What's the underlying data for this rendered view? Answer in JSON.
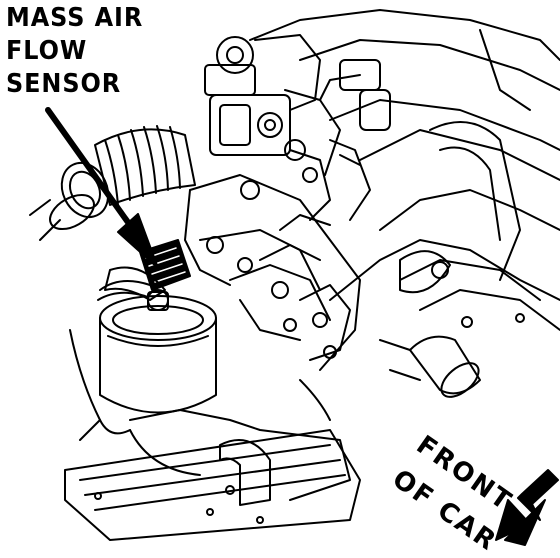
{
  "callout": {
    "line1": "MASS AIR",
    "line2": "FLOW",
    "line3": "SENSOR"
  },
  "orientation": {
    "line1": "FRONT",
    "line2": "OF CAR"
  },
  "colors": {
    "ink": "#000000",
    "paper": "#ffffff"
  }
}
